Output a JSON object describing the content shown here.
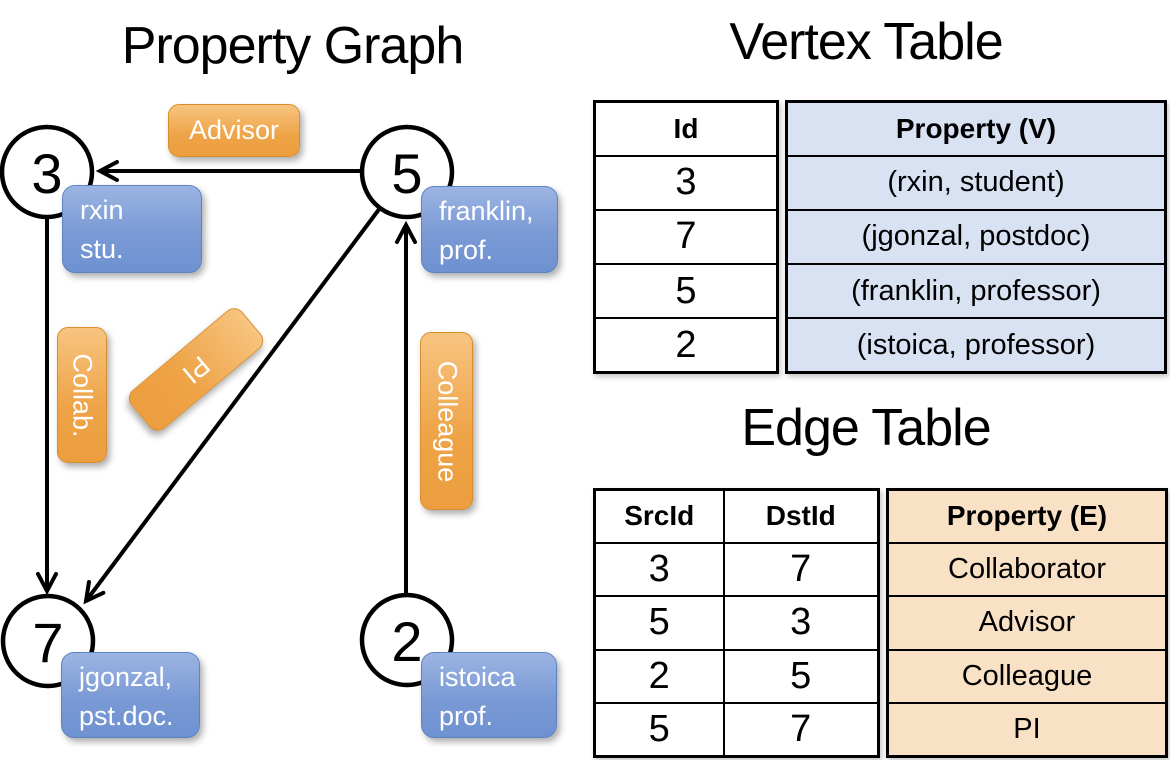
{
  "graph": {
    "title": "Property Graph",
    "vertices": [
      {
        "id": "3"
      },
      {
        "id": "5"
      },
      {
        "id": "7"
      },
      {
        "id": "2"
      }
    ],
    "vertex_labels": [
      {
        "line1": "rxin",
        "line2": "stu."
      },
      {
        "line1": "franklin,",
        "line2": "prof."
      },
      {
        "line1": "jgonzal,",
        "line2": "pst.doc."
      },
      {
        "line1": "istoica",
        "line2": "prof."
      }
    ],
    "edge_labels": [
      {
        "label": "Advisor"
      },
      {
        "label": "Collab."
      },
      {
        "label": "PI"
      },
      {
        "label": "Colleague"
      }
    ]
  },
  "vertex_table": {
    "title": "Vertex Table",
    "columns": {
      "id": "Id",
      "property": "Property (V)"
    },
    "rows": [
      {
        "id": "3",
        "property": "(rxin, student)"
      },
      {
        "id": "7",
        "property": "(jgonzal, postdoc)"
      },
      {
        "id": "5",
        "property": "(franklin, professor)"
      },
      {
        "id": "2",
        "property": "(istoica, professor)"
      }
    ]
  },
  "edge_table": {
    "title": "Edge Table",
    "columns": {
      "src": "SrcId",
      "dst": "DstId",
      "property": "Property (E)"
    },
    "rows": [
      {
        "src": "3",
        "dst": "7",
        "property": "Collaborator"
      },
      {
        "src": "5",
        "dst": "3",
        "property": "Advisor"
      },
      {
        "src": "2",
        "dst": "5",
        "property": "Colleague"
      },
      {
        "src": "5",
        "dst": "7",
        "property": "PI"
      }
    ]
  },
  "colors": {
    "edge_label_orange": "#EFA54C",
    "vertex_label_blue": "#7A9AD5",
    "vertex_property_cell": "#D9E2F3",
    "edge_property_cell": "#F8E1C5",
    "stroke": "#000000"
  }
}
